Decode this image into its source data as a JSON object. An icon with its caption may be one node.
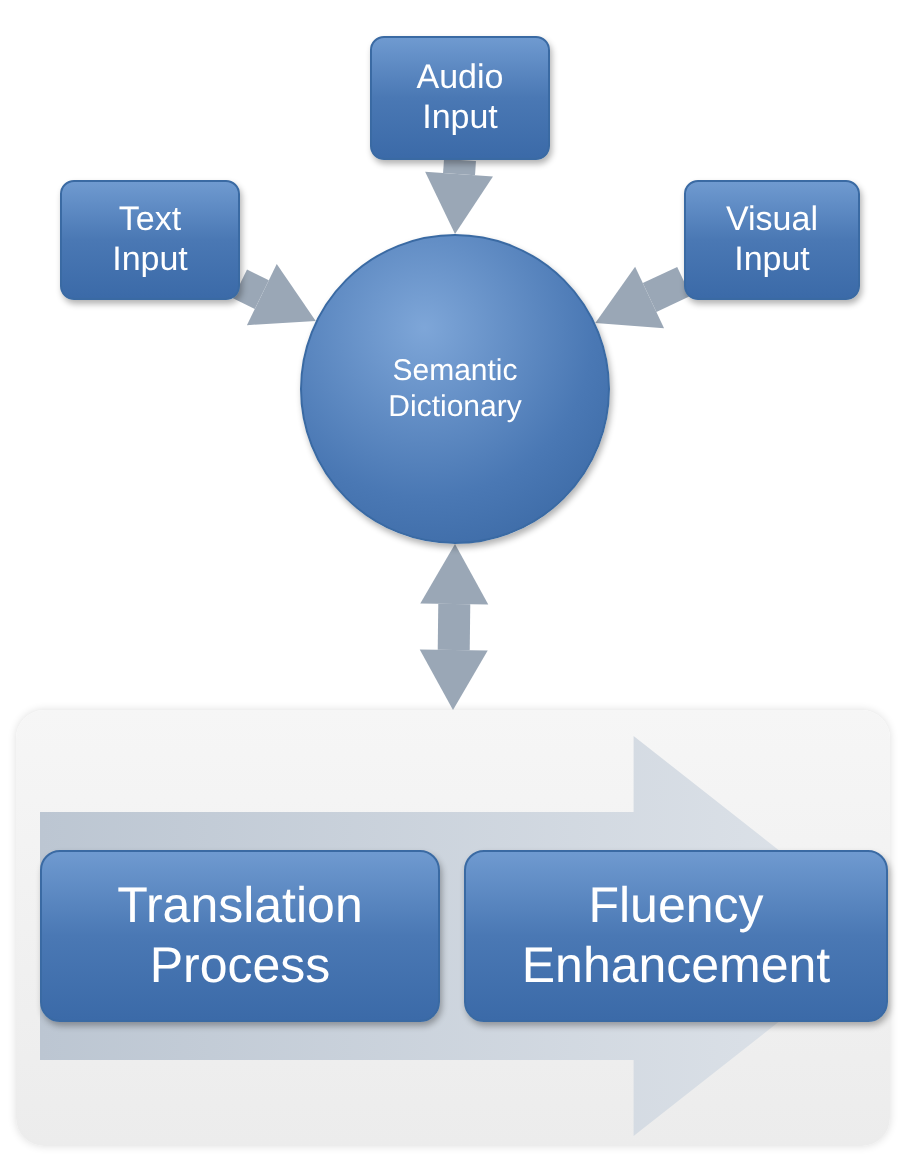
{
  "diagram": {
    "nodes": [
      {
        "text": [
          "Text Input"
        ]
      },
      {
        "text": [
          "Audio Input"
        ]
      },
      {
        "text": [
          "Visual Input"
        ]
      },
      {
        "text": [
          "Semantic Dictionary"
        ]
      },
      {
        "text": [],
        "shape": "box"
      },
      {
        "text": [
          "Translation Process"
        ],
        "in": 4
      },
      {
        "text": [
          "Fluency Enhancement"
        ],
        "in": 4
      }
    ],
    "edges": [
      {
        "from": 0,
        "to": 3,
        "arrow": "to"
      },
      {
        "from": 1,
        "to": 3,
        "arrow": "to"
      },
      {
        "from": 2,
        "to": 3,
        "arrow": "to"
      },
      {
        "from": 3,
        "to": 4,
        "arrow": "both"
      },
      {
        "from": 5,
        "to": 6,
        "arrow": "to",
        "style": "thick"
      }
    ]
  }
}
